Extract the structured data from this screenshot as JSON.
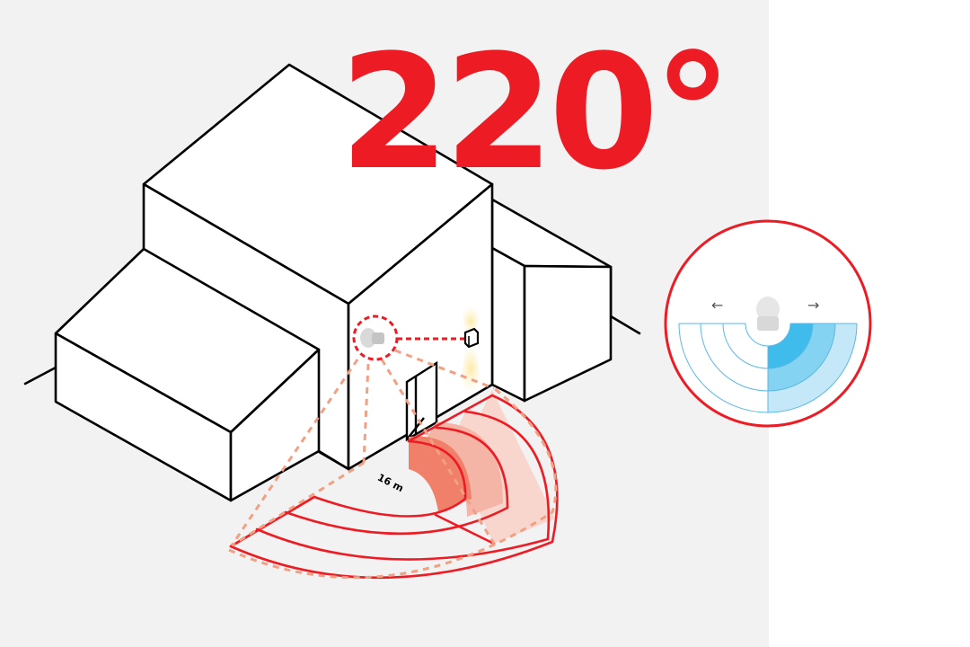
{
  "headline": {
    "angle_text": "220°",
    "color": "#ed1c24"
  },
  "illustration": {
    "subject": "isometric house with wall-mounted motion sensor and wall lamp",
    "distance_label": "16 m",
    "sensor_icon": "motion-sensor-icon",
    "lamp_icon": "wall-lamp-icon",
    "detection_zone_color": "#ed1c24",
    "detection_fill_colors": [
      "#f0806a",
      "#f5b5a6",
      "#f8d6cd"
    ],
    "range_dash_color": "#f2a083"
  },
  "inset": {
    "border_color": "#ed1c24",
    "left_arrow": "←",
    "right_arrow": "→",
    "arc_line_color": "#5bb8e6",
    "fill_colors": [
      "#3fbcec",
      "#84d3f2",
      "#c5e8f8"
    ]
  },
  "colors": {
    "background_left": "#f2f2f2",
    "background_right": "#ffffff",
    "outline": "#000000"
  }
}
